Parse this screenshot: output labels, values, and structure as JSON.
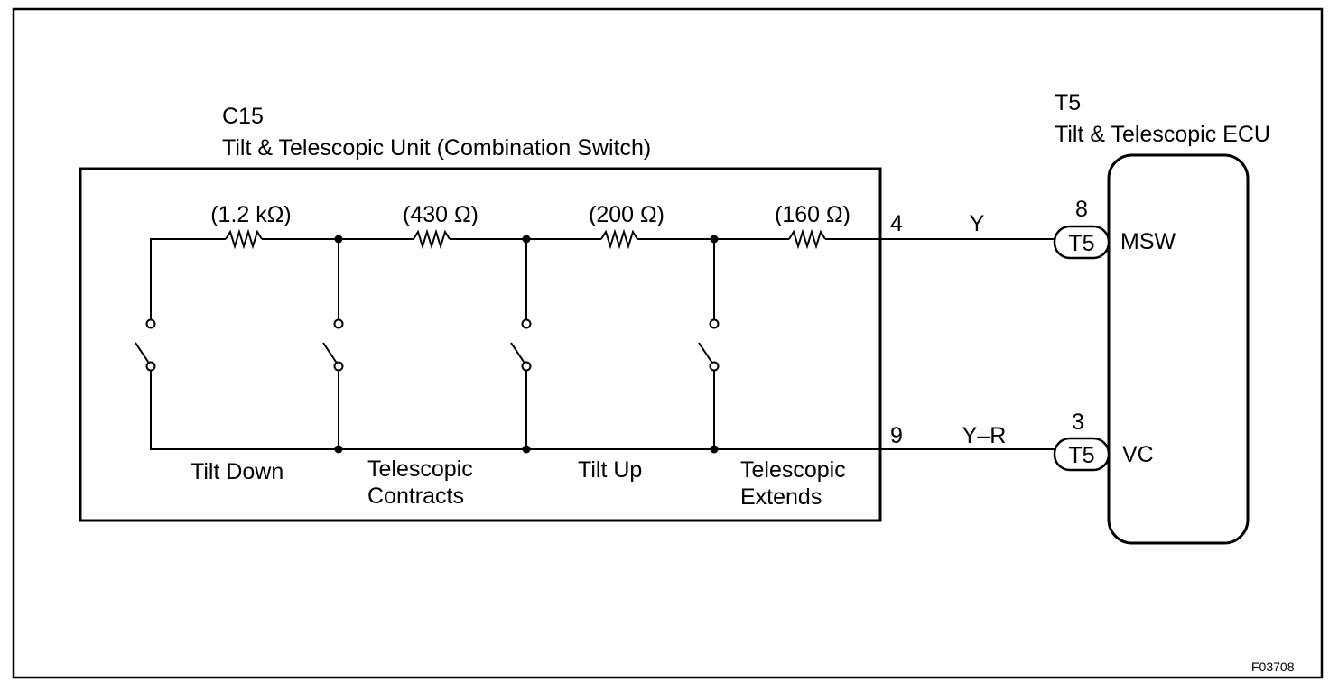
{
  "unit": {
    "code": "C15",
    "name": "Tilt & Telescopic Unit (Combination Switch)"
  },
  "ecu": {
    "code": "T5",
    "name": "Tilt & Telescopic ECU"
  },
  "resistors": [
    {
      "label": "(1.2 kΩ)"
    },
    {
      "label": "(430 Ω)"
    },
    {
      "label": "(200 Ω)"
    },
    {
      "label": "(160 Ω)"
    }
  ],
  "switches": [
    {
      "line1": "Tilt Down",
      "line2": ""
    },
    {
      "line1": "Telescopic",
      "line2": "Contracts"
    },
    {
      "line1": "Tilt Up",
      "line2": ""
    },
    {
      "line1": "Telescopic",
      "line2": "Extends"
    }
  ],
  "wires": [
    {
      "unit_pin": "4",
      "color": "Y",
      "ecu_pin": "8",
      "connector": "T5",
      "terminal": "MSW"
    },
    {
      "unit_pin": "9",
      "color": "Y–R",
      "ecu_pin": "3",
      "connector": "T5",
      "terminal": "VC"
    }
  ],
  "figure_code": "F03708"
}
